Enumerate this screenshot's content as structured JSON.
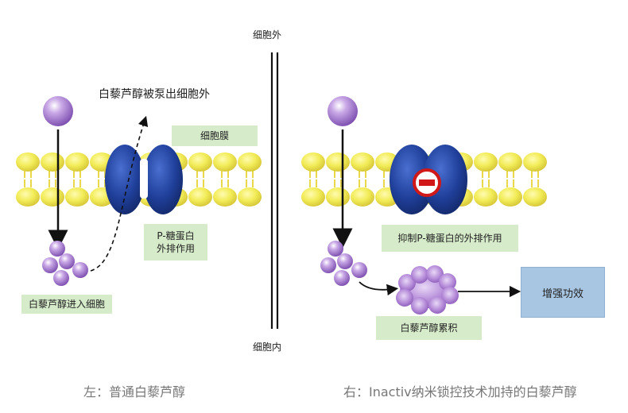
{
  "divider": {
    "top_label": "细胞外",
    "bottom_label": "细胞内"
  },
  "left_panel": {
    "efflux_label": "白藜芦醇被泵出细胞外",
    "membrane_label": "细胞膜",
    "pump_label_line1": "P-糖蛋白",
    "pump_label_line2": "外排作用",
    "enter_label": "白藜芦醇进入细胞",
    "caption": "左：普通白藜芦醇"
  },
  "right_panel": {
    "inhibit_label": "抑制P-糖蛋白的外排作用",
    "accumulate_label": "白藜芦醇累积",
    "effect_label": "增强功效",
    "caption": "右：Inactiv纳米锁控技术加持的白藜芦醇"
  },
  "colors": {
    "lipid_head": "#f4ef5a",
    "lipid_tail": "#e8d84a",
    "protein": "#1f3f9a",
    "molecule": "#9a6cc8",
    "label_bg": "#d6ebc9",
    "effect_bg": "#a8c6e2",
    "inhibit_red": "#d01818"
  },
  "icons": [
    "inhibit-icon",
    "arrow-down-icon",
    "dashed-arrow-icon"
  ]
}
